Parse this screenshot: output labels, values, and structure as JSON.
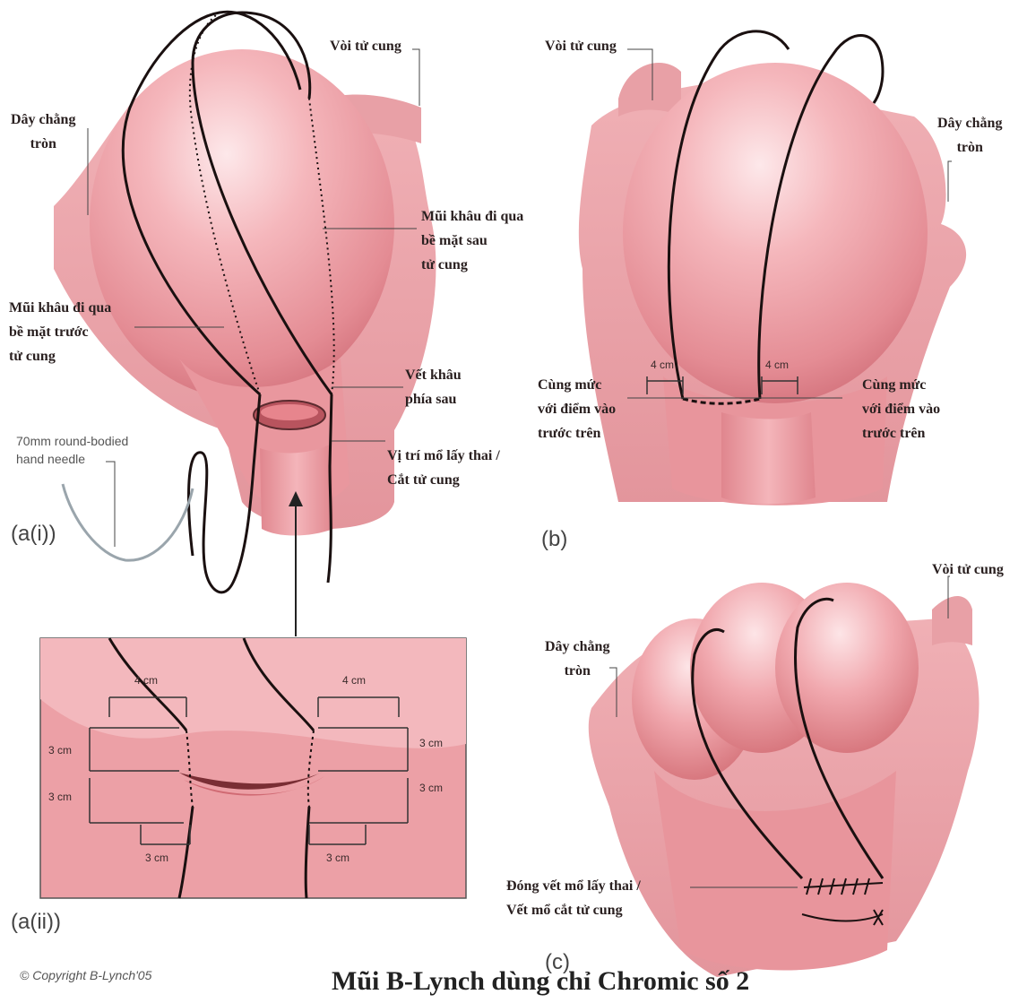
{
  "labels": {
    "ai_tube": "Vòi tử cung",
    "ai_round_ligament": "Dây chằng\ntròn",
    "ai_posterior_stitch": "Mũi khâu đi qua\nbề mặt sau\ntử cung",
    "ai_anterior_stitch": "Mũi khâu đi qua\nbề mặt trước\ntử cung",
    "ai_posterior_suture": "Vết khâu\nphía sau",
    "ai_incision_site": "Vị trí mổ lấy thai /\nCắt tử cung",
    "ai_needle": "70mm round-bodied\nhand needle",
    "b_tube": "Vòi tử cung",
    "b_round_ligament": "Dây chằng\ntròn",
    "b_same_level_left": "Cùng mức\nvới điểm vào\ntrước trên",
    "b_same_level_right": "Cùng mức\nvới điểm vào\ntrước trên",
    "c_tube": "Vòi tử cung",
    "c_round_ligament": "Dây chằng\ntròn",
    "c_closure": "Đóng vết mổ lấy thai /\nVết mổ cắt tử cung"
  },
  "measurements": {
    "b_left": "4 cm",
    "b_right": "4 cm",
    "aii_top_left": "4 cm",
    "aii_top_right": "4 cm",
    "aii_left_upper": "3 cm",
    "aii_left_lower": "3 cm",
    "aii_right_upper": "3 cm",
    "aii_right_lower": "3 cm",
    "aii_bottom_left": "3 cm",
    "aii_bottom_right": "3 cm"
  },
  "panels": {
    "ai": "(a(i))",
    "aii": "(a(ii))",
    "b": "(b)",
    "c": "(c)"
  },
  "title": "Mũi B-Lynch dùng chỉ Chromic số 2",
  "copyright": "© Copyright B-Lynch'05",
  "colors": {
    "uterus_light": "#f7c4c7",
    "uterus_mid": "#ec9ea4",
    "uterus_dark": "#d5747d",
    "suture": "#1a1010",
    "background": "#ffffff"
  }
}
